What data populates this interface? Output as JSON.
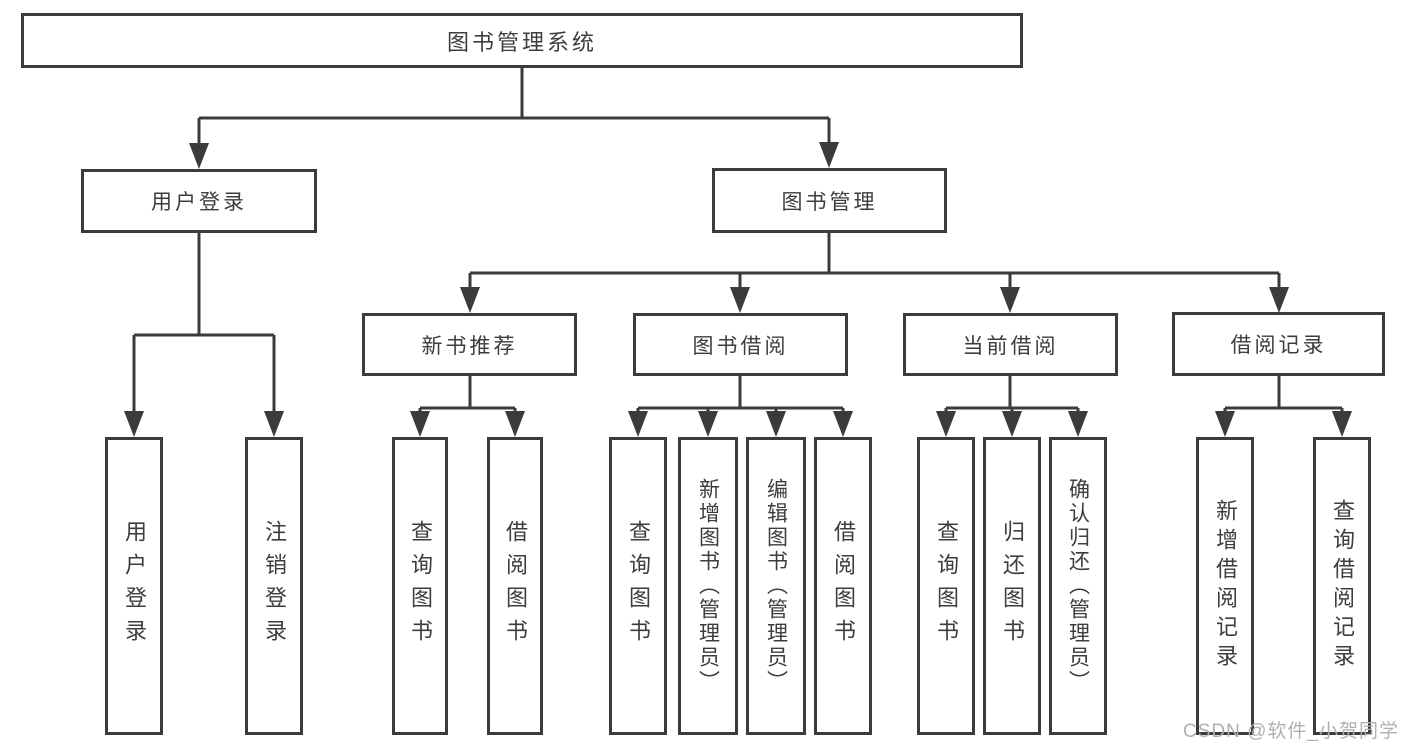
{
  "tree": {
    "root": "图书管理系统",
    "branches": [
      {
        "label": "用户登录",
        "children": [
          "用户登录",
          "注销登录"
        ]
      },
      {
        "label": "图书管理",
        "groups": [
          {
            "label": "新书推荐",
            "children": [
              "查询图书",
              "借阅图书"
            ]
          },
          {
            "label": "图书借阅",
            "children": [
              "查询图书",
              "新增图书（管理员）",
              "编辑图书（管理员）",
              "借阅图书"
            ]
          },
          {
            "label": "当前借阅",
            "children": [
              "查询图书",
              "归还图书",
              "确认归还（管理员）"
            ]
          },
          {
            "label": "借阅记录",
            "children": [
              "新增借阅记录",
              "查询借阅记录"
            ]
          }
        ]
      }
    ]
  },
  "colors": {
    "line": "#3b3b3b",
    "box_fill": "#ffffff",
    "text": "#3d3d3d",
    "watermark": "#b0b0b0"
  },
  "watermark": "CSDN @软件_小贺同学"
}
